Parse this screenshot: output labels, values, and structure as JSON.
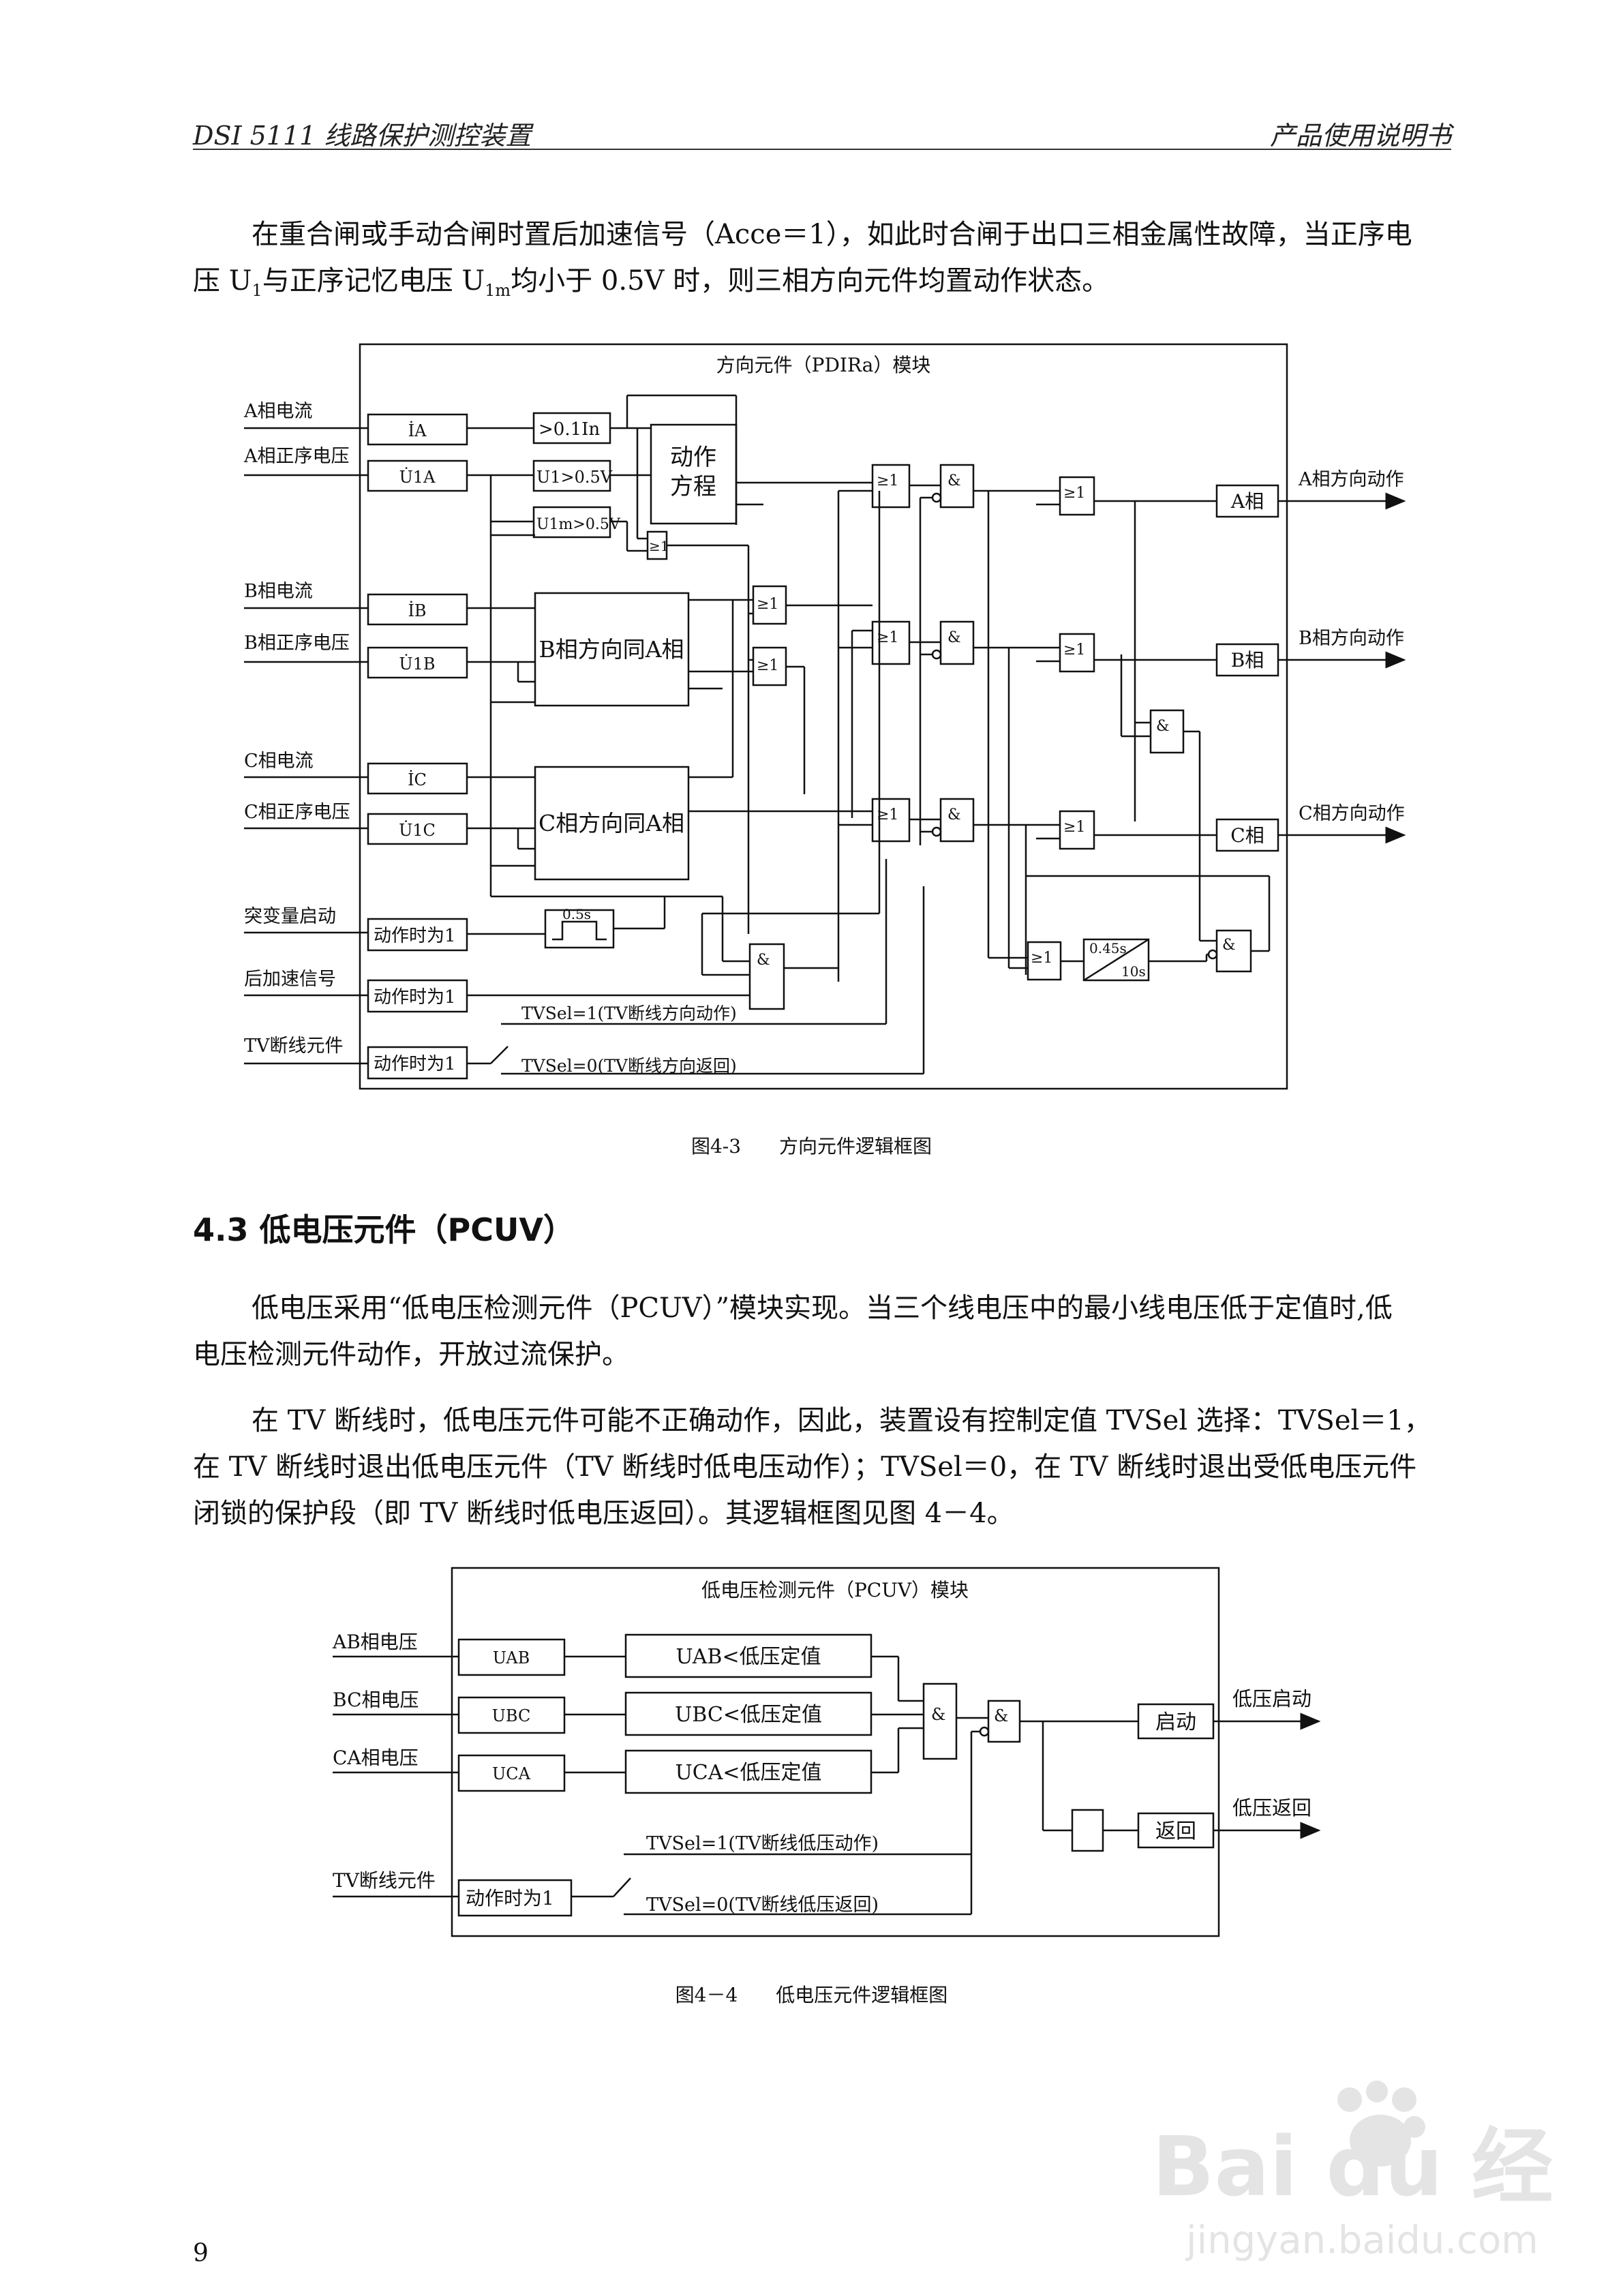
{
  "header": {
    "title": "DSI 5111 线路保护测控装置",
    "right": "产品使用说明书"
  },
  "para1": {
    "line1": "在重合闸或手动合闸时置后加速信号（Acce＝1），如此时合闸于出口三相金属性故障，当正序电",
    "line2_a": "压 U",
    "line2_sub1": "1",
    "line2_b": "与正序记忆电压 U",
    "line2_sub2": "1m",
    "line2_c": "均小于 0.5V 时，则三相方向元件均置动作状态。"
  },
  "fig1": {
    "title": "方向元件（PDIRa）模块",
    "caption": "图4-3　　方向元件逻辑框图",
    "inputs": [
      "A相电流",
      "A相正序电压",
      "B相电流",
      "B相正序电压",
      "C相电流",
      "C相正序电压",
      "突变量启动",
      "后加速信号",
      "TV断线元件"
    ],
    "blocks": {
      "ia": "İA",
      "u1a": "U̇1A",
      "ib": "İB",
      "u1b": "U̇1B",
      "ic": "İC",
      "u1c": "U̇1C",
      "gt_in": ">0.1In",
      "u1_cmp": "U1>0.5V",
      "u1m_cmp": "U1m>0.5V",
      "eq_line1": "动作",
      "eq_line2": "方程",
      "b_dir": "B相方向同A相",
      "c_dir": "C相方向同A相",
      "act1": "动作时为1",
      "pulse": "0.5s",
      "t045": "0.45s",
      "t10": "10s",
      "out_a": "A相",
      "out_b": "B相",
      "out_c": "C相"
    },
    "gates": {
      "or": "≥1",
      "and": "&"
    },
    "outputs": [
      "A相方向动作",
      "B相方向动作",
      "C相方向动作"
    ],
    "tvsel1": "TVSel=1(TV断线方向动作)",
    "tvsel0": "TVSel=0(TV断线方向返回)"
  },
  "section": {
    "title": "4.3 低电压元件（PCUV）"
  },
  "para2": {
    "line1": "低电压采用“低电压检测元件（PCUV）”模块实现。当三个线电压中的最小线电压低于定值时,低",
    "line2": "电压检测元件动作，开放过流保护。"
  },
  "para3": {
    "line1": "在 TV 断线时，低电压元件可能不正确动作，因此，装置设有控制定值 TVSel 选择：TVSel＝1，",
    "line2": "在 TV 断线时退出低电压元件（TV 断线时低电压动作）；TVSel＝0，在 TV 断线时退出受低电压元件",
    "line3": "闭锁的保护段（即 TV 断线时低电压返回）。其逻辑框图见图 4－4。"
  },
  "fig2": {
    "title": "低电压检测元件（PCUV）模块",
    "caption": "图4－4　　低电压元件逻辑框图",
    "inputs": [
      "AB相电压",
      "BC相电压",
      "CA相电压",
      "TV断线元件"
    ],
    "blocks": {
      "uab": "UAB",
      "ubc": "UBC",
      "uca": "UCA",
      "cmp_ab": "UAB<低压定值",
      "cmp_bc": "UBC<低压定值",
      "cmp_ca": "UCA<低压定值",
      "act1": "动作时为1",
      "start": "启动",
      "ret": "返回"
    },
    "outputs": [
      "低压启动",
      "低压返回"
    ],
    "tvsel1": "TVSel=1(TV断线低压动作)",
    "tvsel0": "TVSel=0(TV断线低压返回)"
  },
  "page_number": "9",
  "watermark": {
    "brand": "Bai du 经验",
    "url": "jingyan.baidu.com"
  }
}
